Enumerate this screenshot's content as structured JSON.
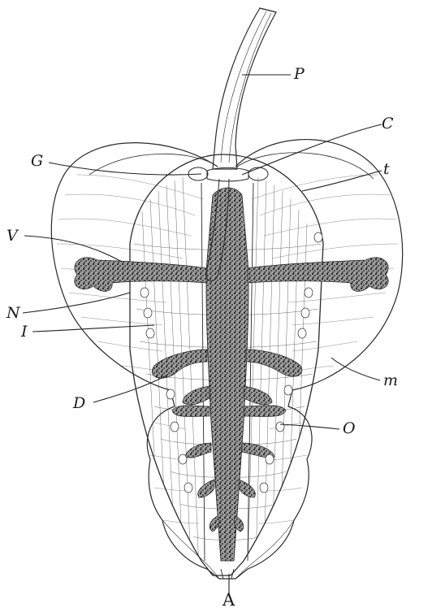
{
  "labels": {
    "P": "P",
    "C": "C",
    "G": "G",
    "t": "t",
    "V": "V",
    "N": "N",
    "I": "I",
    "m": "m",
    "D": "D",
    "O": "O",
    "A": "A"
  },
  "colors": {
    "ink": "#2a2a2a",
    "stipple": "#3a3a3a",
    "paper": "#ffffff"
  }
}
